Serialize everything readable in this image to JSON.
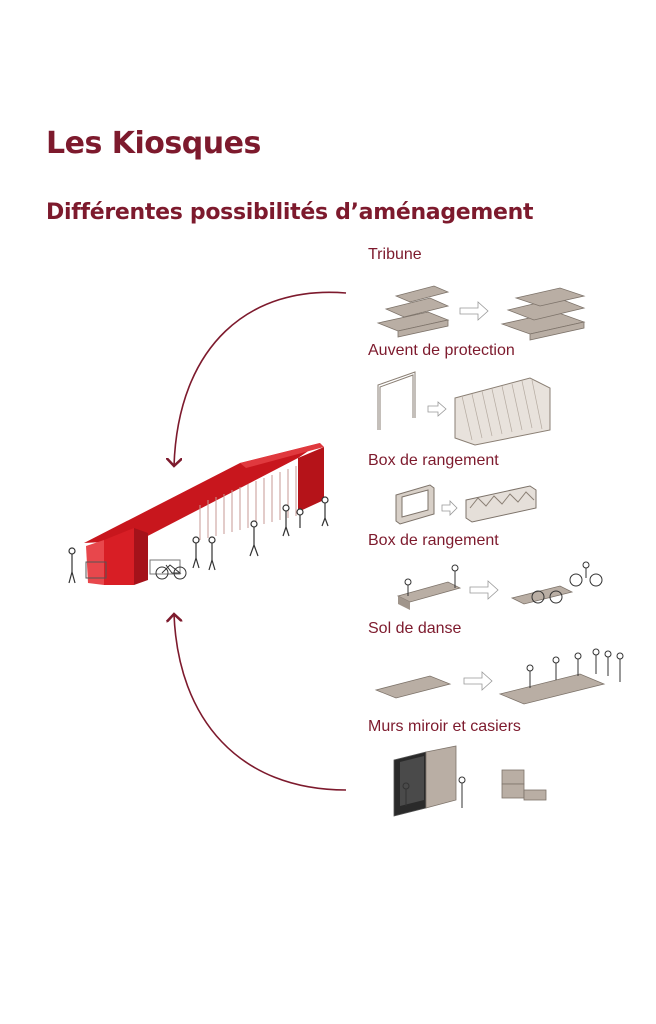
{
  "header": {
    "title": "Les Kiosques",
    "subtitle": "Différentes possibilités d’aménagement"
  },
  "options": [
    {
      "label": "Tribune"
    },
    {
      "label": "Auvent de protection"
    },
    {
      "label": "Box de rangement"
    },
    {
      "label": "Box de rangement"
    },
    {
      "label": "Sol de danse"
    },
    {
      "label": "Murs miroir et casiers"
    }
  ],
  "colors": {
    "accent": "#7d1a2d",
    "kiosk_red": "#c8161d",
    "sketch": "#8a7f74"
  }
}
